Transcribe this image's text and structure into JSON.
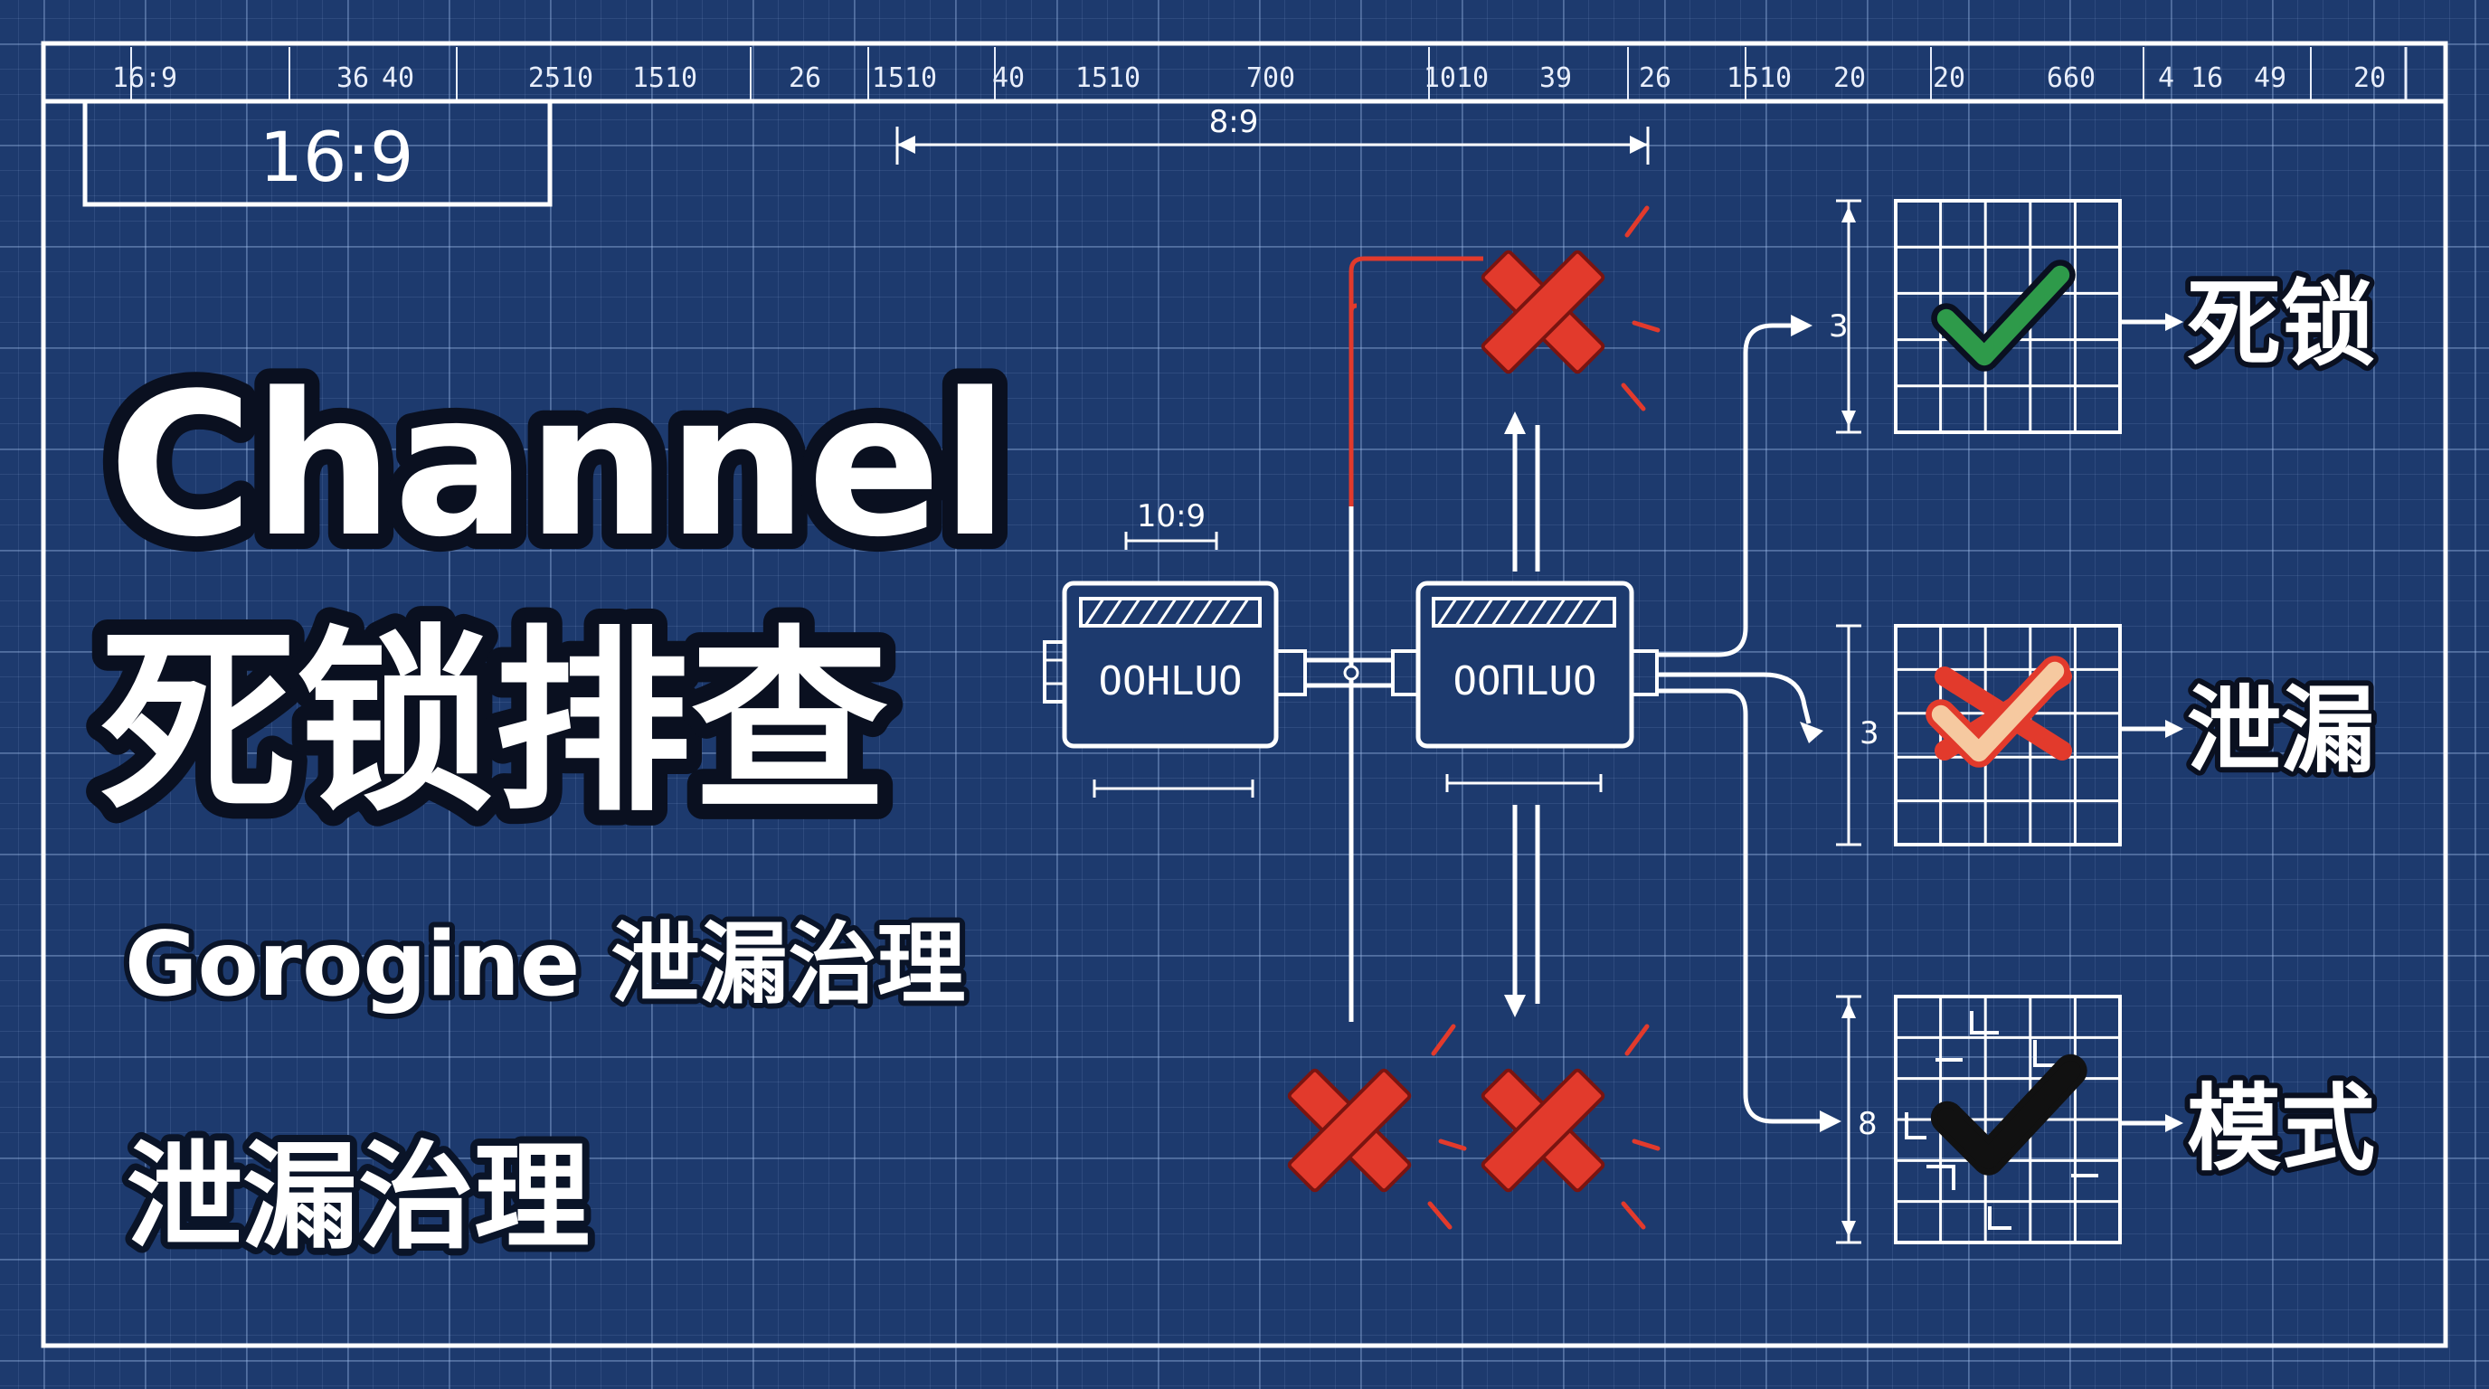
{
  "ruler": {
    "labels": [
      "16:9",
      "36",
      "40",
      "2510",
      "1510",
      "26",
      "1510",
      "40",
      "1510",
      "700",
      "1010",
      "39",
      "26",
      "1510",
      "20",
      "20",
      "660",
      "4",
      "16",
      "49",
      "20"
    ]
  },
  "ratio_box": {
    "text": "16:9"
  },
  "dimensions": {
    "top_span": "8:9",
    "chip_span": "10:9",
    "out1": "3",
    "out2": "3",
    "out3": "8"
  },
  "title": {
    "line1": "Channel",
    "line2": "死锁排查"
  },
  "subtitle": {
    "line1": "Gorogine 泄漏治理",
    "line2": "泄漏治理"
  },
  "chips": {
    "left": "OOHLUO",
    "right": "OOΠLUO"
  },
  "outputs": [
    {
      "label": "死锁",
      "status": "ok"
    },
    {
      "label": "泄漏",
      "status": "mixed"
    },
    {
      "label": "模式",
      "status": "black"
    }
  ],
  "colors": {
    "background": "#1d3a6e",
    "grid": "#a0beeb",
    "error_red": "#e23a2c",
    "ok_green": "#2e9a4a",
    "warn_peach": "#f6c9a0"
  }
}
